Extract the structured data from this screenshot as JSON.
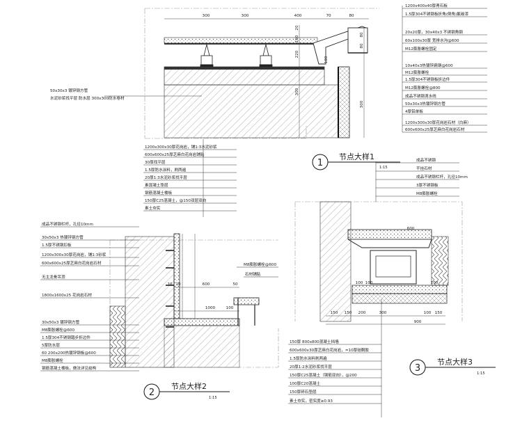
{
  "details": [
    {
      "number": "1",
      "title": "节点大样1",
      "scale": "1:15",
      "dims_top": [
        "300",
        "300",
        "400",
        "70",
        "80"
      ],
      "dims_side": [
        "20",
        "150",
        "220",
        "300",
        "80",
        "80",
        "300",
        "100"
      ],
      "notes_right": [
        "1200x400x40厚青石板",
        "1.5厚304不锈钢板折角(倒角)氟碳漆",
        "20x20厚，30x40x3 不锈钢角钢",
        "60x100x30厚 宽排水沟@600",
        "M12膨胀螺栓固定",
        "10x40x3热镀锌扁钢@600",
        "M12膨胀螺栓",
        "1.5厚304不锈钢板折边件",
        "M12膨胀螺栓@800",
        "成品不锈钢滴水线",
        "50x30x3热镀锌钢方管",
        "4厚铝单板",
        "1200x300x30厚花岗岩石材（白麻）",
        "600x600x25厚芝麻白花岗岩石材"
      ],
      "notes_left": [
        "50x30x3 镀锌钢方管",
        "水泥砂浆找平层 防水层 300x300防水卷材"
      ],
      "notes_bottom": [
        "1200x300x30厚花岗岩，铺1:3水泥砂浆",
        "600x600x25厚芝麻白花岗岩铺贴",
        "30厚找平层",
        "1.5厚防水涂料，刷两遍",
        "20厚1:3水泥砂浆找平层",
        "素混凝土垫层",
        "钢筋混凝土楼板",
        "150厚C25混凝土，@150双层双向",
        "素土夯实"
      ]
    },
    {
      "number": "2",
      "title": "节点大样2",
      "scale": "1:15",
      "dims": [
        "10",
        "10",
        "600",
        "1000",
        "50",
        "100"
      ],
      "notes_left": [
        "成品不锈钢栏杆，孔径10mm",
        "30x50x3 热镀锌钢方管",
        "1.5厚不锈钢扣板",
        "1200x300x30厚花岗岩，铺1:3砂浆",
        "600x600x25厚芝麻白花岗岩石材",
        "无主龙骨吊顶",
        "1800x1600x25 花岗岩石材",
        "30x50x3 镀锌钢方管",
        "M8膨胀螺栓@600",
        "1.5厚304不锈钢踏步折边件",
        "5厚防水层",
        "60 200x200热镀锌钢板@600",
        "M8膨胀螺栓",
        "钢筋混凝土楼板，做法详见结构"
      ],
      "notes_right": [
        "M8膨胀螺栓@600",
        "石材铺贴"
      ]
    },
    {
      "number": "3",
      "title": "节点大样3",
      "scale": "1:15",
      "dims": [
        "150",
        "150",
        "200",
        "300",
        "600",
        "900",
        "100",
        "150",
        "100",
        "100",
        "100"
      ],
      "notes_top": [
        "成品不锈钢",
        "干挂石材",
        "成品不锈钢栏杆，孔径10mm",
        "3厚不锈钢板",
        "M8膨胀螺栓"
      ],
      "notes_bottom": [
        "150厚 800x800混凝土挡墙",
        "600x600x30厚芝麻白花岗岩，=10厚硅酮胶",
        "1.5厚防水涂料刷两遍",
        "20厚1:2水泥砂浆找平层",
        "150厚C25混凝土（钢筋双向），@200",
        "100厚C20混凝土",
        "150厚碎石垫层",
        "素土夯实，密实度≥0.93"
      ]
    }
  ]
}
